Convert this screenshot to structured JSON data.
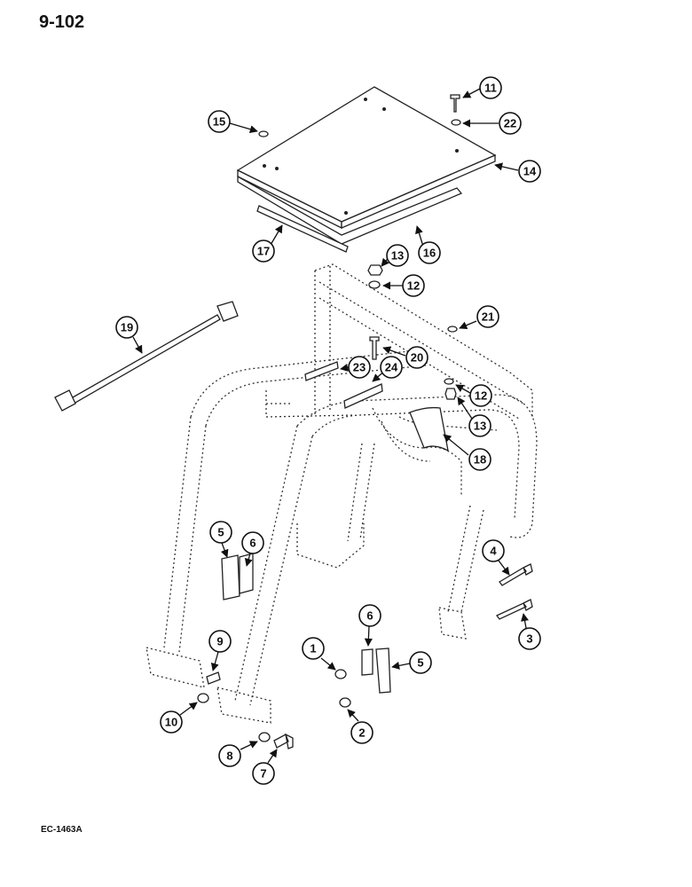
{
  "header": {
    "page_number": "9-102"
  },
  "footer": {
    "figure_code": "EC-1463A"
  },
  "callouts": [
    "1",
    "2",
    "3",
    "4",
    "5",
    "6",
    "7",
    "8",
    "9",
    "10",
    "11",
    "12",
    "13",
    "14",
    "15",
    "16",
    "17",
    "18",
    "19",
    "20",
    "21",
    "22",
    "23",
    "24"
  ]
}
